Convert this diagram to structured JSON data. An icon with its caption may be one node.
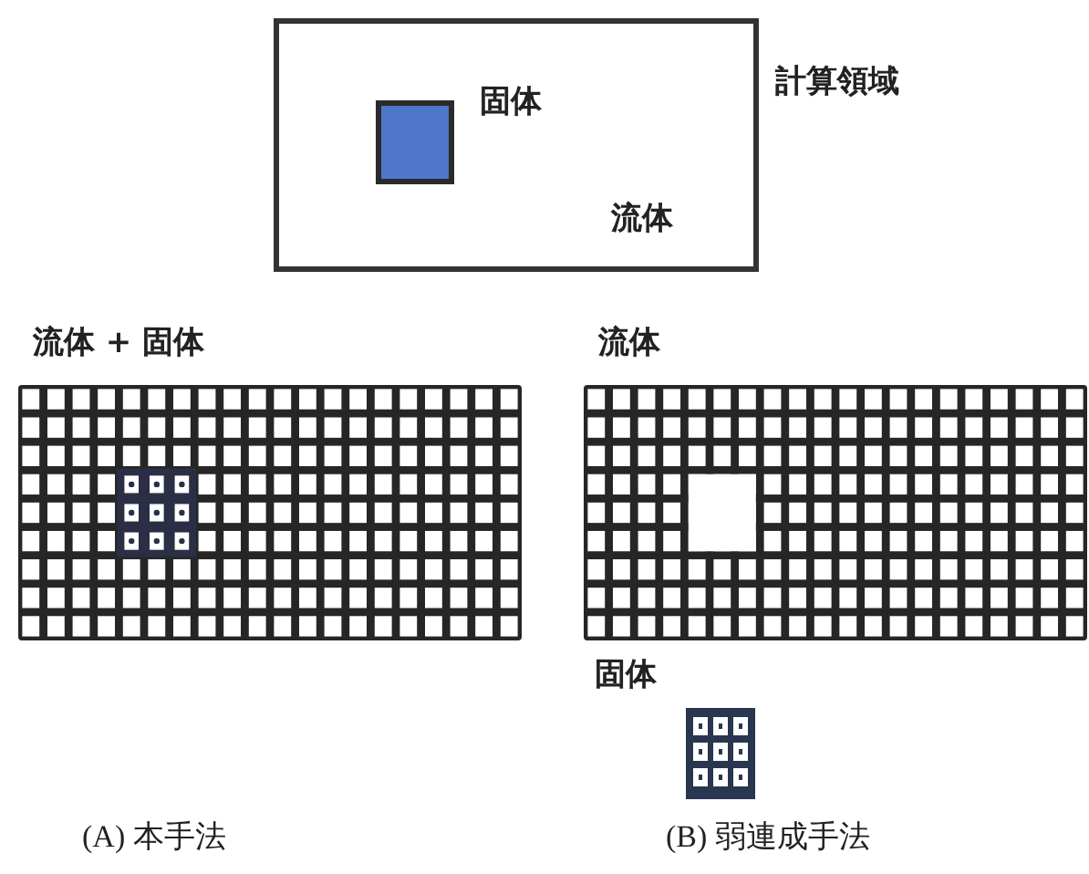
{
  "diagram": {
    "nodes": [
      {
        "text": [
          "計算領域",
          "流体"
        ]
      },
      {
        "text": [],
        "shape": "box",
        "beside": [
          "固体"
        ],
        "in": 0
      },
      {
        "text": [
          "流体 + 固体"
        ]
      },
      {
        "text": [
          "流体"
        ]
      },
      {
        "text": [
          "固体"
        ]
      }
    ],
    "edges": [],
    "labels": [
      "(A) 本手法",
      "(B) 弱連成手法"
    ]
  }
}
